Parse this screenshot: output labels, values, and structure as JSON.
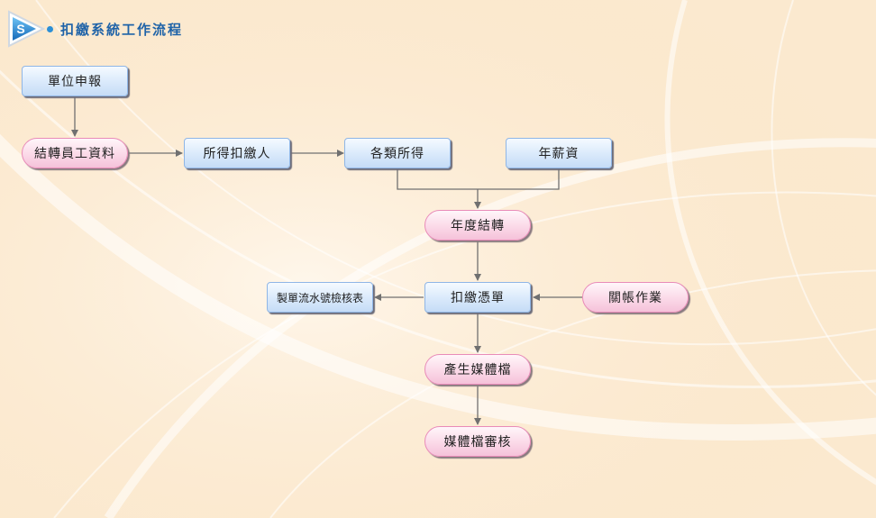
{
  "header": {
    "logo_text": "S",
    "title": "扣繳系統工作流程"
  },
  "nodes": {
    "unit_report": "單位申報",
    "transfer_employee": "結轉員工資料",
    "income_withholder": "所得扣繳人",
    "income_types": "各類所得",
    "annual_salary": "年薪資",
    "annual_transfer": "年度結轉",
    "withholding_voucher": "扣繳憑單",
    "serial_check_table": "製單流水號檢核表",
    "close_account": "關帳作業",
    "generate_media": "產生媒體檔",
    "media_review": "媒體檔審核"
  },
  "colors": {
    "background": "#fbe9cf",
    "blue_node": "#d9e9fb",
    "pink_node": "#fbd9e8",
    "arrow": "#707070",
    "title": "#1f63a8"
  }
}
